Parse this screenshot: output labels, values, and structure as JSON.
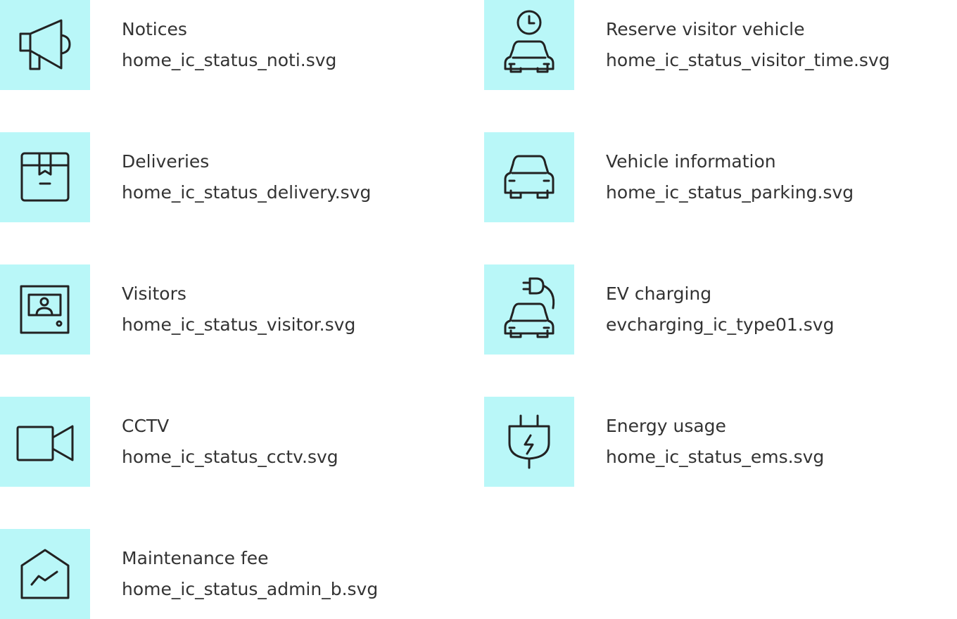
{
  "colors": {
    "tile_background": "#b9f7f8",
    "icon_stroke": "#222222",
    "text": "#333333"
  },
  "items": [
    {
      "label": "Notices",
      "file": "home_ic_status_noti.svg",
      "icon": "megaphone-icon"
    },
    {
      "label": "Deliveries",
      "file": "home_ic_status_delivery.svg",
      "icon": "package-icon"
    },
    {
      "label": "Visitors",
      "file": "home_ic_status_visitor.svg",
      "icon": "video-intercom-icon"
    },
    {
      "label": "CCTV",
      "file": "home_ic_status_cctv.svg",
      "icon": "video-camera-icon"
    },
    {
      "label": "Maintenance fee",
      "file": "home_ic_status_admin_b.svg",
      "icon": "house-chart-icon"
    },
    {
      "label": "Reserve visitor vehicle",
      "file": "home_ic_status_visitor_time.svg",
      "icon": "car-clock-icon"
    },
    {
      "label": "Vehicle information",
      "file": "home_ic_status_parking.svg",
      "icon": "car-icon"
    },
    {
      "label": "EV charging",
      "file": "evcharging_ic_type01.svg",
      "icon": "ev-charging-car-icon"
    },
    {
      "label": "Energy usage",
      "file": "home_ic_status_ems.svg",
      "icon": "energy-plug-icon"
    }
  ]
}
